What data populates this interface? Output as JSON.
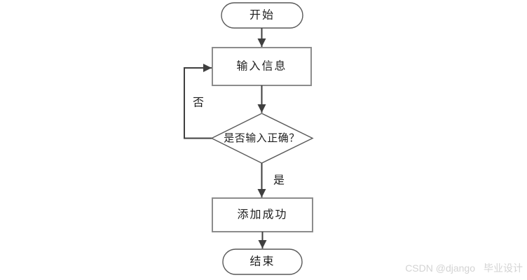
{
  "flowchart": {
    "nodes": {
      "start": {
        "label": "开始",
        "type": "terminator"
      },
      "input": {
        "label": "输入信息",
        "type": "process"
      },
      "decision": {
        "label": "是否输入正确？",
        "type": "decision"
      },
      "success": {
        "label": "添加成功",
        "type": "process"
      },
      "end": {
        "label": "结束",
        "type": "terminator"
      }
    },
    "edge_labels": {
      "no": "否",
      "yes": "是"
    },
    "colors": {
      "process_border": "#8c8c8c",
      "terminator_border": "#595959",
      "decision_border": "#595959",
      "arrow": "#3f3f3f",
      "label_text": "#1f1f1f"
    }
  },
  "watermark": {
    "author": "CSDN @django",
    "suffix": "毕业设计",
    "color": "#d3d3d3"
  }
}
